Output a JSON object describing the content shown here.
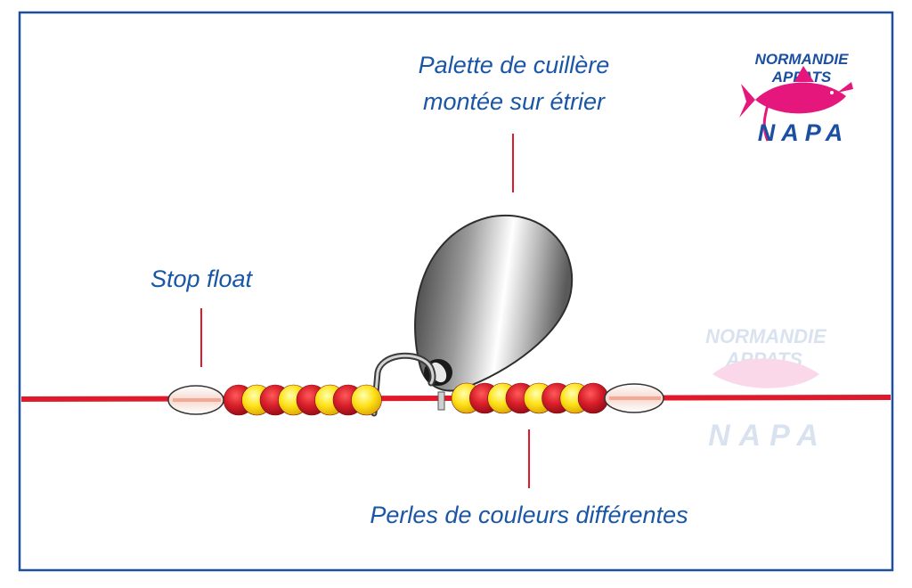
{
  "colors": {
    "frame": "#1d4f9c",
    "text": "#1a56a6",
    "line": "#e0192b",
    "bead_red": "#d81e2a",
    "bead_yellow": "#ffe21a",
    "logo_pink": "#e5177c",
    "logo_blue": "#1b4fa0"
  },
  "labels": {
    "blade_line1": "Palette de cuillère",
    "blade_line2": "montée sur étrier",
    "stop_float": "Stop float",
    "beads": "Perles de couleurs différentes"
  },
  "logo": {
    "line1": "NORMANDIE",
    "line2": "APPATS",
    "line3": "NAPA"
  },
  "beads": {
    "left": [
      "red",
      "yellow",
      "red",
      "yellow",
      "red",
      "yellow",
      "red",
      "yellow"
    ],
    "right": [
      "yellow",
      "red",
      "yellow",
      "red",
      "yellow",
      "red",
      "yellow",
      "red"
    ]
  }
}
